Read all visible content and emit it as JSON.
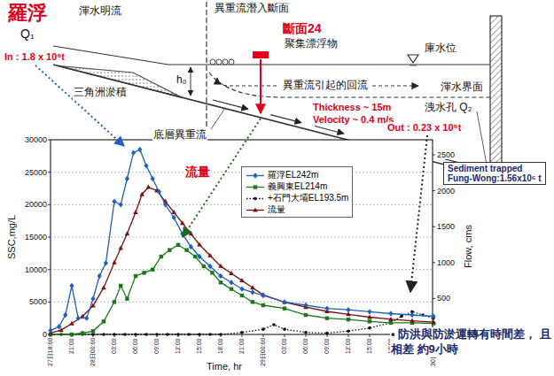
{
  "diagram": {
    "nodes": [
      {
        "text": [
          "Sediment trapped",
          "Fung-Wong:1.56x10⁶ t"
        ]
      }
    ],
    "labels": [
      "羅浮",
      "Q₁",
      "In : 1.8 x 10⁶t",
      "渾水明流",
      "異重流潛入斷面",
      "斷面24",
      "聚集漂浮物",
      "h₀",
      "三角洲淤積",
      "異重流引起的回流",
      "Thickness ~ 15m",
      "Velocity ~ 0.4 m/s",
      "庫水位",
      "渾水界面",
      "底層異重流",
      "洩水孔 Q₂",
      "Out : 0.23 x 10⁶t",
      "SSC,mg/L",
      "30000",
      "25000",
      "20000",
      "15000",
      "10000",
      "5000",
      "0",
      "2500",
      "2000",
      "1500",
      "1000",
      "500",
      "0",
      "Flow, cms",
      "27日18:00",
      "21:00",
      "28日00:00",
      "03:00",
      "06:00",
      "09:00",
      "12:00",
      "15:00",
      "18:00",
      "21:00",
      "29日00:00",
      "03:00",
      "06:00",
      "09:00",
      "12:00",
      "15:00",
      "18:00",
      "21:00",
      "30日00:00",
      "Time, hr",
      "流量",
      "• 防洪與防淤運轉有時間差， 且相差 約9小時"
    ],
    "legend": [
      {
        "text": "羅浮EL242m"
      },
      {
        "text": "義興東EL214m"
      },
      {
        "text": "+石門大壩EL193.5m"
      },
      {
        "text": "流量"
      }
    ]
  }
}
